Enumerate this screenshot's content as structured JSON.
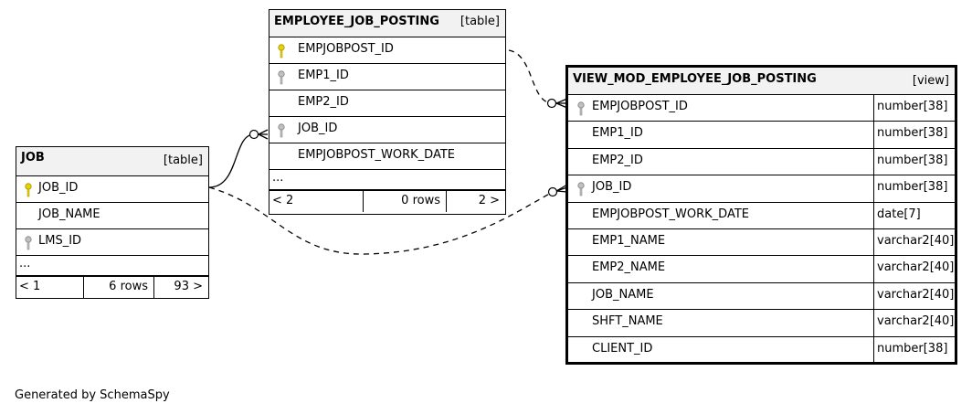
{
  "tables": {
    "employee_job_posting": {
      "name": "EMPLOYEE_JOB_POSTING",
      "kind": "[table]",
      "columns": [
        {
          "name": "EMPJOBPOST_ID",
          "key": "primary"
        },
        {
          "name": "EMP1_ID",
          "key": "foreign"
        },
        {
          "name": "EMP2_ID",
          "key": "none"
        },
        {
          "name": "JOB_ID",
          "key": "foreign"
        },
        {
          "name": "EMPJOBPOST_WORK_DATE",
          "key": "none"
        }
      ],
      "more": "...",
      "footer": {
        "parents": "< 2",
        "rows": "0 rows",
        "children": "2 >"
      }
    },
    "job": {
      "name": "JOB",
      "kind": "[table]",
      "columns": [
        {
          "name": "JOB_ID",
          "key": "primary"
        },
        {
          "name": "JOB_NAME",
          "key": "none"
        },
        {
          "name": "LMS_ID",
          "key": "foreign"
        }
      ],
      "more": "...",
      "footer": {
        "parents": "< 1",
        "rows": "6 rows",
        "children": "93 >"
      }
    },
    "view_mod_employee_job_posting": {
      "name": "VIEW_MOD_EMPLOYEE_JOB_POSTING",
      "kind": "[view]",
      "columns": [
        {
          "name": "EMPJOBPOST_ID",
          "type": "number[38]",
          "key": "foreign"
        },
        {
          "name": "EMP1_ID",
          "type": "number[38]",
          "key": "none"
        },
        {
          "name": "EMP2_ID",
          "type": "number[38]",
          "key": "none"
        },
        {
          "name": "JOB_ID",
          "type": "number[38]",
          "key": "foreign"
        },
        {
          "name": "EMPJOBPOST_WORK_DATE",
          "type": "date[7]",
          "key": "none"
        },
        {
          "name": "EMP1_NAME",
          "type": "varchar2[40]",
          "key": "none"
        },
        {
          "name": "EMP2_NAME",
          "type": "varchar2[40]",
          "key": "none"
        },
        {
          "name": "JOB_NAME",
          "type": "varchar2[40]",
          "key": "none"
        },
        {
          "name": "SHFT_NAME",
          "type": "varchar2[40]",
          "key": "none"
        },
        {
          "name": "CLIENT_ID",
          "type": "number[38]",
          "key": "none"
        }
      ]
    }
  },
  "relationships": [
    {
      "from": "JOB.JOB_ID",
      "to": "EMPLOYEE_JOB_POSTING.JOB_ID",
      "style": "solid"
    },
    {
      "from": "EMPLOYEE_JOB_POSTING.EMPJOBPOST_ID",
      "to": "VIEW_MOD_EMPLOYEE_JOB_POSTING.EMPJOBPOST_ID",
      "style": "dashed"
    },
    {
      "from": "JOB.JOB_ID",
      "to": "VIEW_MOD_EMPLOYEE_JOB_POSTING.JOB_ID",
      "style": "dashed"
    }
  ],
  "colors": {
    "primary_key": "#e8d200",
    "foreign_key": "#a0a0a0",
    "header_bg": "#f2f2f2",
    "line": "#000000"
  },
  "credit": "Generated by SchemaSpy"
}
